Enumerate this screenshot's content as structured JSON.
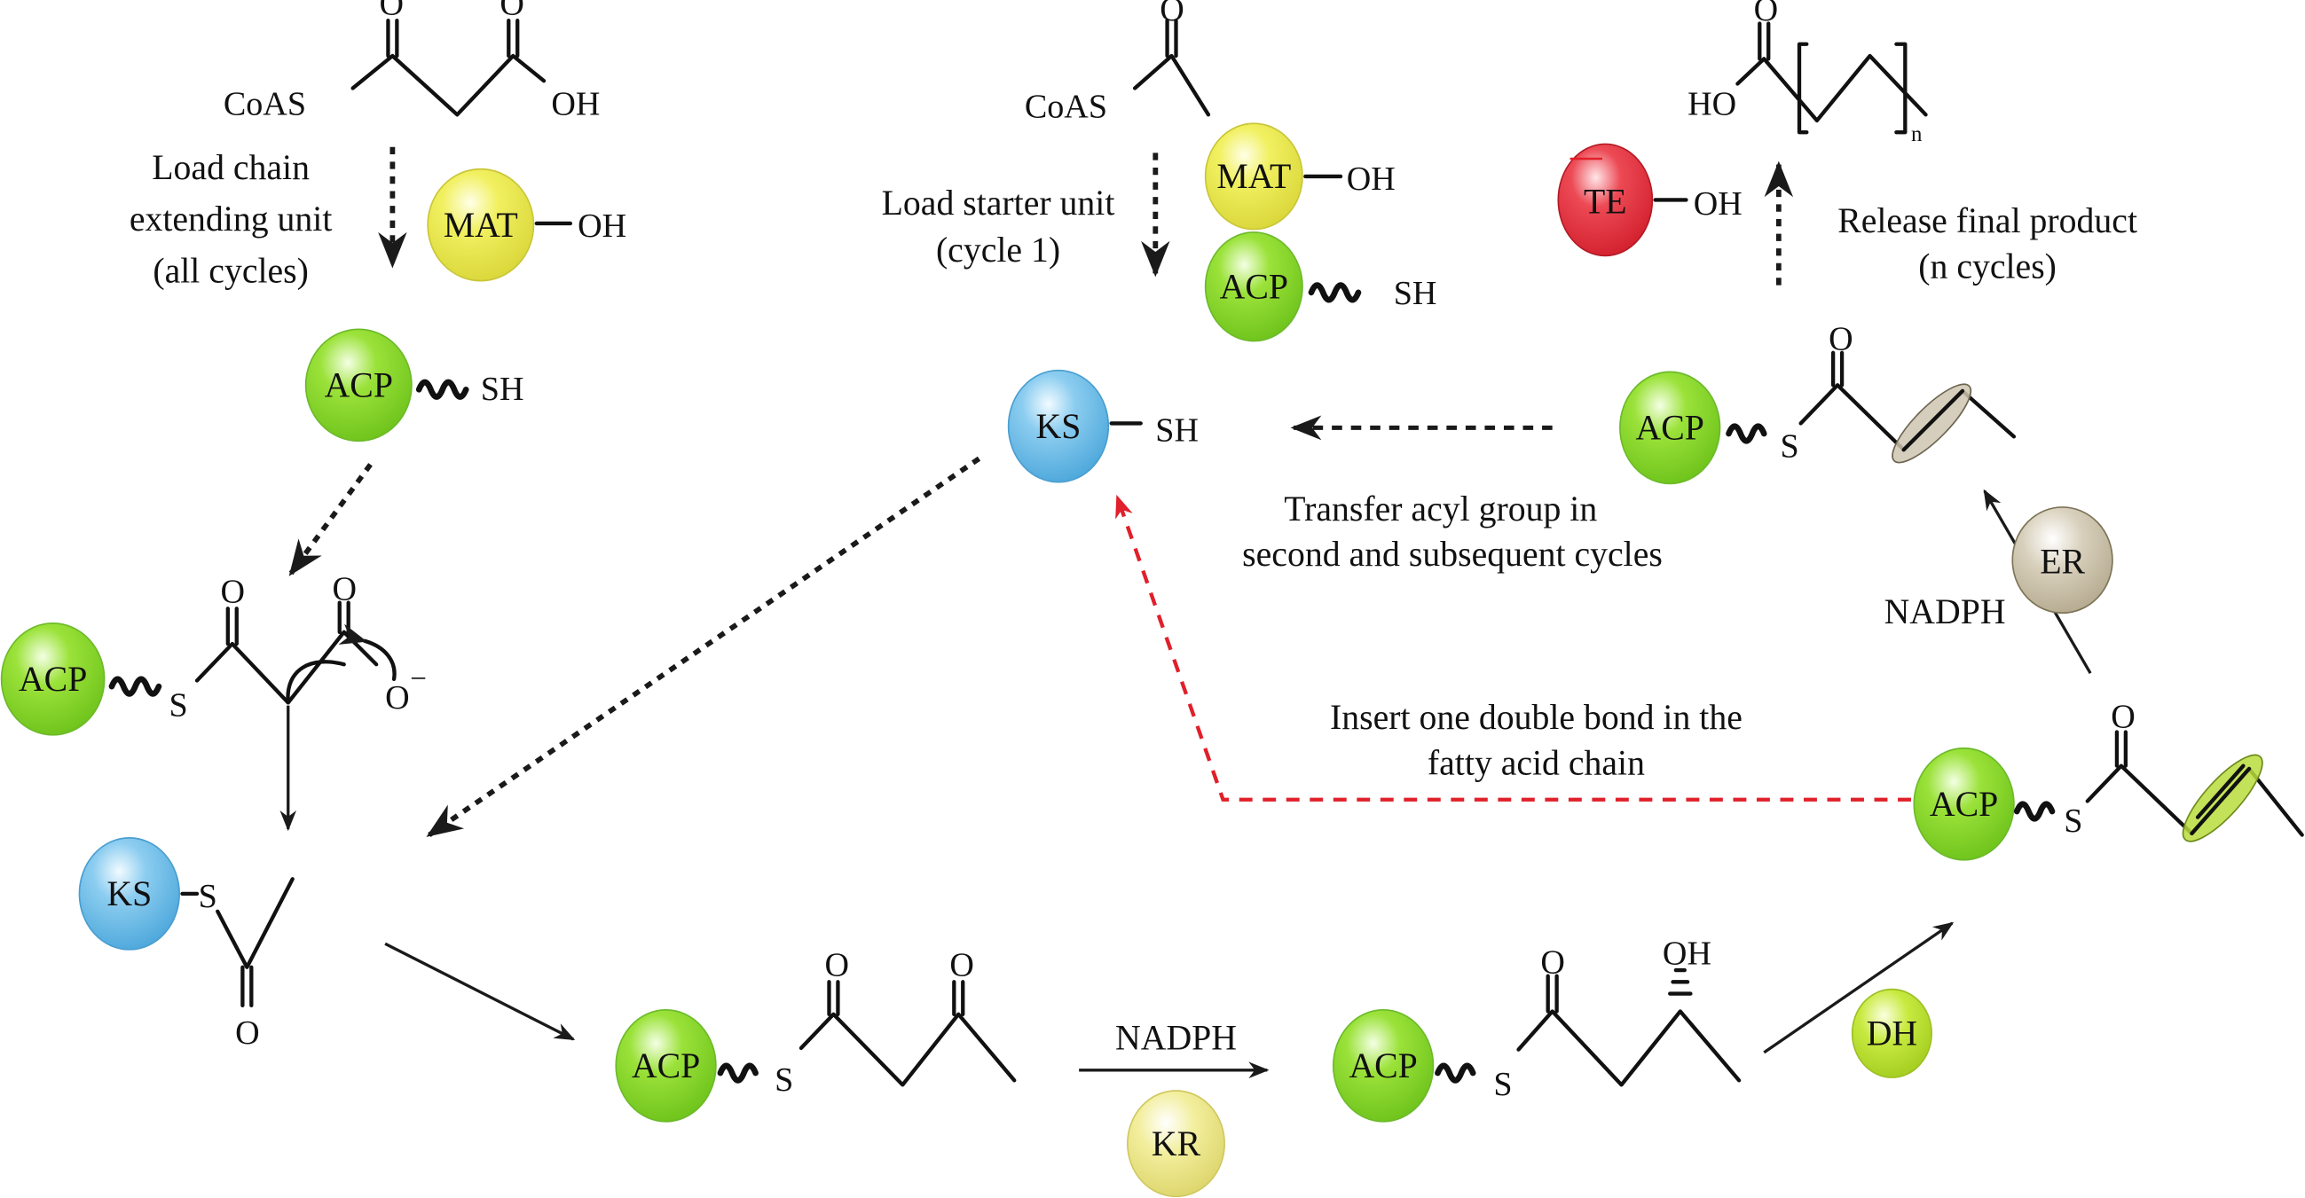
{
  "title": "Fatty acid synthase cycle",
  "colors": {
    "acp": "#7ed321",
    "mat": "#ecec52",
    "ks": "#5fb4e0",
    "te": "#e2303c",
    "er": "#c9bfa6",
    "kr": "#ece88a",
    "dh": "#b8e02c",
    "red_arrow": "#e0202a",
    "ellipse_er": "#cfc6b0",
    "ellipse_dh": "#b9dd3c"
  },
  "enzymes": {
    "acp": "ACP",
    "mat": "MAT",
    "ks": "KS",
    "te": "TE",
    "er": "ER",
    "kr": "KR",
    "dh": "DH"
  },
  "groups": {
    "oh": "OH",
    "sh": "SH",
    "s": "S",
    "o": "O",
    "o_minus": "O",
    "minus": "−",
    "coas": "CoAS",
    "ho": "HO",
    "n": "n"
  },
  "labels": {
    "load_extending": [
      "Load chain",
      "extending unit",
      "(all cycles)"
    ],
    "load_starter": [
      "Load starter unit",
      "(cycle 1)"
    ],
    "release": [
      "Release final product",
      "(n cycles)"
    ],
    "transfer": [
      "Transfer acyl group in",
      "second and subsequent cycles"
    ],
    "insert": [
      "Insert one double bond in the",
      "fatty acid chain"
    ],
    "nadph_er": "NADPH",
    "nadph_kr": "NADPH"
  }
}
